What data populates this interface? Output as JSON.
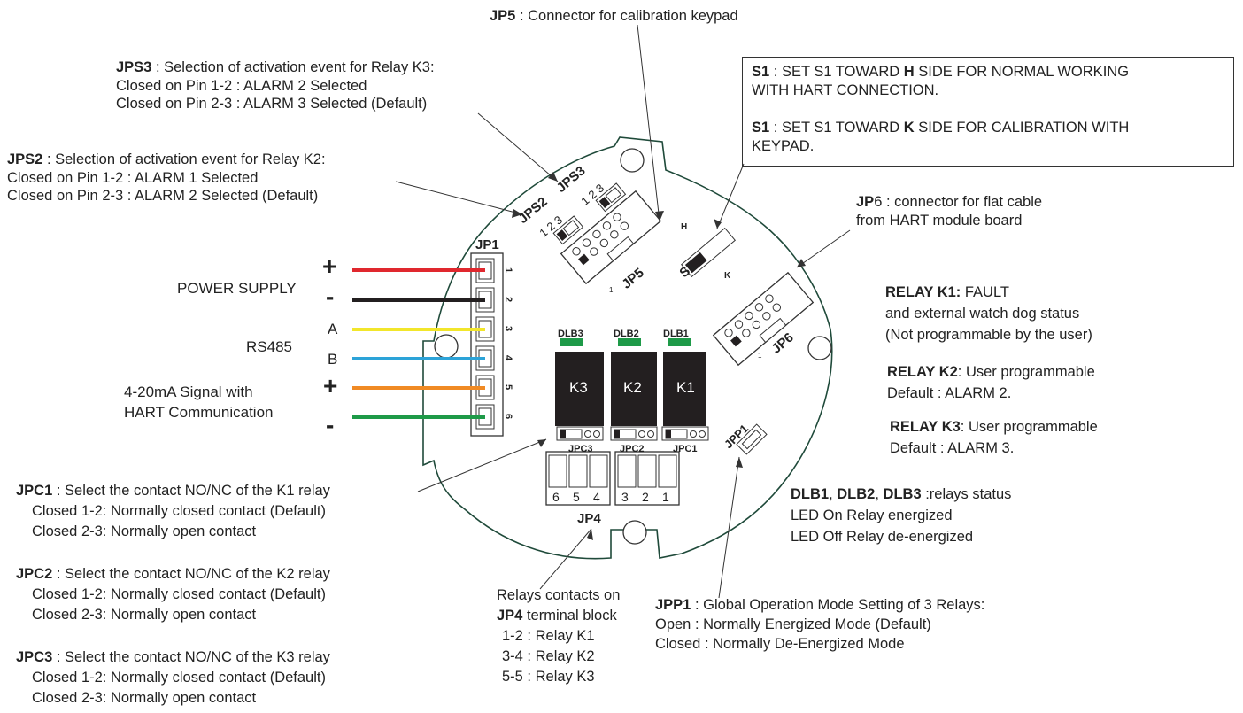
{
  "jp5": {
    "bold": "JP5",
    "rest": " : Connector for calibration keypad"
  },
  "jps3": {
    "bold": "JPS3",
    "rest": " : Selection of activation event for Relay K3:",
    "l2": "Closed on Pin 1-2 : ALARM 2 Selected",
    "l3": "Closed on Pin 2-3 : ALARM 3 Selected (Default)"
  },
  "jps2": {
    "bold": "JPS2",
    "rest": " : Selection of activation event for Relay K2:",
    "l2": "Closed on Pin 1-2 : ALARM 1 Selected",
    "l3": "Closed on Pin 2-3 : ALARM 2 Selected (Default)"
  },
  "s1": {
    "a_bold": "S1",
    "a1": " : SET S1 TOWARD ",
    "a_h": "H",
    "a2": " SIDE FOR NORMAL WORKING",
    "a3": "WITH HART CONNECTION.",
    "b_bold": "S1",
    "b1": " : SET S1 TOWARD ",
    "b_k": "K",
    "b2": " SIDE FOR CALIBRATION WITH",
    "b3": "KEYPAD."
  },
  "jp6": {
    "bold": "JP",
    "rest": "6 : connector for flat cable",
    "l2": "from HART module board"
  },
  "power": "POWER SUPPLY",
  "rs485": "RS485",
  "signal": {
    "l1": "4-20mA Signal with",
    "l2": "HART Communication"
  },
  "wire_labels": {
    "plus1": "+",
    "minus1": "-",
    "a": "A",
    "b": "B",
    "plus2": "+",
    "minus2": "-"
  },
  "k1": {
    "bold": "RELAY K1:",
    "rest": " FAULT",
    "l2": "and external watch dog status",
    "l3": "(Not programmable by the user)"
  },
  "k2": {
    "bold": "RELAY K2",
    "rest": ": User programmable",
    "l2": "Default : ALARM 2."
  },
  "k3": {
    "bold": "RELAY K3",
    "rest": ": User programmable",
    "l2": "Default : ALARM 3."
  },
  "dlb": {
    "b1": "DLB1",
    "s1": ", ",
    "b2": "DLB2",
    "s2": ", ",
    "b3": "DLB3",
    "rest": " :relays status",
    "l2": "LED On Relay energized",
    "l3": "LED Off Relay de-energized"
  },
  "jpc1": {
    "bold": "JPC1",
    "rest": " : Select the contact NO/NC of the K1 relay",
    "l2": "Closed 1-2: Normally closed contact (Default)",
    "l3": "Closed 2-3: Normally open contact"
  },
  "jpc2": {
    "bold": "JPC2",
    "rest": " : Select the contact NO/NC of the K2 relay",
    "l2": "Closed 1-2: Normally closed contact (Default)",
    "l3": "Closed 2-3: Normally open contact"
  },
  "jpc3": {
    "bold": "JPC3",
    "rest": " : Select the contact NO/NC of the K3 relay",
    "l2": "Closed 1-2: Normally closed contact (Default)",
    "l3": "Closed 2-3: Normally open contact"
  },
  "relays_contacts": {
    "l1": "Relays contacts on",
    "bold": "JP4",
    "rest": " terminal block",
    "l3": "1-2 : Relay K1",
    "l4": "3-4 : Relay K2",
    "l5": "5-5 : Relay K3"
  },
  "jpp1": {
    "bold": "JPP1",
    "rest": " : Global Operation Mode Setting of 3 Relays:",
    "l2": "Open : Normally Energized Mode (Default)",
    "l3": "Closed : Normally De-Energized Mode"
  },
  "board": {
    "jp1": "JP1",
    "jp1_pins": [
      "1",
      "2",
      "3",
      "4",
      "5",
      "6"
    ],
    "jps2": "JPS2",
    "jps3": "JPS3",
    "jps_pins": "1 2 3",
    "jp5": "JP5",
    "jp5_pin1": "1",
    "s1": "S1",
    "s1_h": "H",
    "s1_k": "K",
    "jp6": "JP6",
    "jp6_pin1": "1",
    "dlb3": "DLB3",
    "dlb2": "DLB2",
    "dlb1": "DLB1",
    "k3": "K3",
    "k2": "K2",
    "k1": "K1",
    "jpc3": "JPC3",
    "jpc2": "JPC2",
    "jpc1": "JPC1",
    "jpc_pin": "1",
    "jpp1": "JPP1",
    "jp4": "JP4",
    "jp4_pins": [
      "6",
      "5",
      "4",
      "3",
      "2",
      "1"
    ]
  },
  "colors": {
    "board_outline": "#1f4a3a",
    "wire_red": "#e0282e",
    "wire_black": "#231f20",
    "wire_yellow": "#f2e62b",
    "wire_blue": "#2ca3d8",
    "wire_orange": "#f08a24",
    "wire_green": "#1e9a48",
    "led_green": "#1e9a48",
    "relay_fill": "#231f20"
  }
}
